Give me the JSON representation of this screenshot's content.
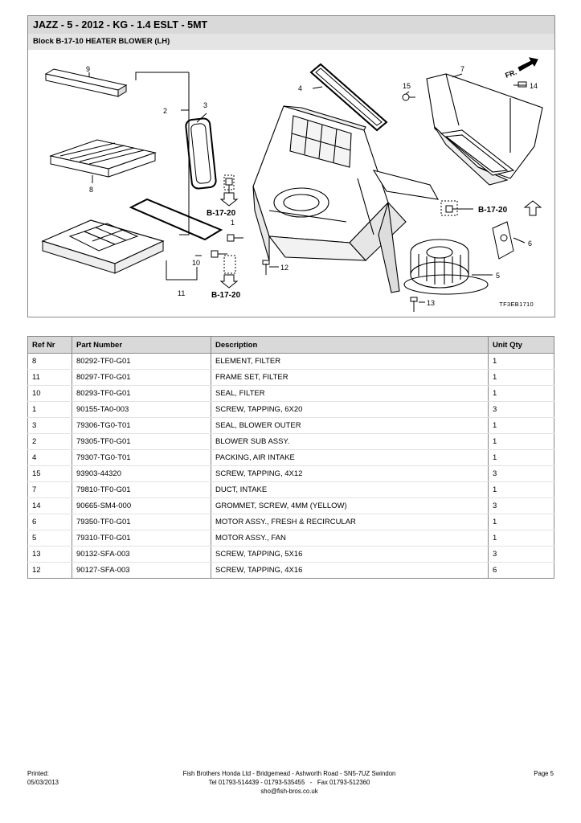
{
  "header": {
    "title": "JAZZ - 5 - 2012 - KG - 1.4 ESLT - 5MT",
    "block": "Block B-17-10 HEATER BLOWER (LH)"
  },
  "diagram": {
    "ref_code": "TF3EB1710",
    "callouts": [
      "9",
      "2",
      "3",
      "4",
      "15",
      "7",
      "14",
      "8",
      "1",
      "10",
      "11",
      "12",
      "5",
      "13",
      "6"
    ],
    "block_refs": [
      "B-17-20",
      "B-17-20",
      "B-17-20"
    ],
    "direction": "FR."
  },
  "table": {
    "headers": [
      "Ref Nr",
      "Part Number",
      "Description",
      "Unit Qty"
    ],
    "rows": [
      [
        "8",
        "80292-TF0-G01",
        "ELEMENT, FILTER",
        "1"
      ],
      [
        "11",
        "80297-TF0-G01",
        "FRAME SET, FILTER",
        "1"
      ],
      [
        "10",
        "80293-TF0-G01",
        "SEAL, FILTER",
        "1"
      ],
      [
        "1",
        "90155-TA0-003",
        "SCREW, TAPPING, 6X20",
        "3"
      ],
      [
        "3",
        "79306-TG0-T01",
        "SEAL, BLOWER OUTER",
        "1"
      ],
      [
        "2",
        "79305-TF0-G01",
        "BLOWER SUB ASSY.",
        "1"
      ],
      [
        "4",
        "79307-TG0-T01",
        "PACKING, AIR INTAKE",
        "1"
      ],
      [
        "15",
        "93903-44320",
        "SCREW, TAPPING, 4X12",
        "3"
      ],
      [
        "7",
        "79810-TF0-G01",
        "DUCT, INTAKE",
        "1"
      ],
      [
        "14",
        "90665-SM4-000",
        "GROMMET, SCREW, 4MM (YELLOW)",
        "3"
      ],
      [
        "6",
        "79350-TF0-G01",
        "MOTOR ASSY., FRESH & RECIRCULAR",
        "1"
      ],
      [
        "5",
        "79310-TF0-G01",
        "MOTOR ASSY., FAN",
        "1"
      ],
      [
        "13",
        "90132-SFA-003",
        "SCREW, TAPPING, 5X16",
        "3"
      ],
      [
        "12",
        "90127-SFA-003",
        "SCREW, TAPPING, 4X16",
        "6"
      ]
    ]
  },
  "footer": {
    "printed_label": "Printed:",
    "printed_date": "05/03/2013",
    "company_line": "Fish Brothers Honda Ltd - Bridgemead - Ashworth Road - SN5-7UZ Swindon",
    "phone_line": "Tel 01793-514439 - 01793-535455   -   Fax 01793-512360",
    "email_line": "sho@fish-bros.co.uk",
    "page": "Page 5"
  }
}
